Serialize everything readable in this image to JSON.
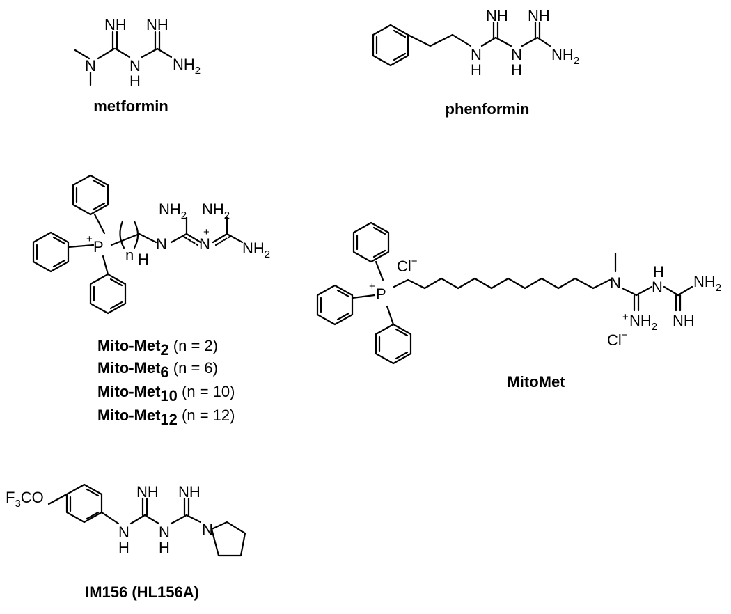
{
  "labels": {
    "nh": "NH",
    "n": "N",
    "h": "H",
    "nh2": "NH",
    "two": "2",
    "plus": "+",
    "minus": "−",
    "p": "P",
    "cl": "Cl",
    "n_index": "n",
    "f3co": "F",
    "three": "3",
    "co": "CO"
  },
  "compounds": {
    "metformin": "metformin",
    "phenformin": "phenformin",
    "mitomet": "MitoMet",
    "im156": "IM156 (HL156A)"
  },
  "mito_series": [
    {
      "name": "Mito-Met",
      "sub": "2",
      "note": " (n = 2)"
    },
    {
      "name": "Mito-Met",
      "sub": "6",
      "note": " (n = 6)"
    },
    {
      "name": "Mito-Met",
      "sub": "10",
      "note": " (n = 10)"
    },
    {
      "name": "Mito-Met",
      "sub": "12",
      "note": " (n = 12)"
    }
  ]
}
